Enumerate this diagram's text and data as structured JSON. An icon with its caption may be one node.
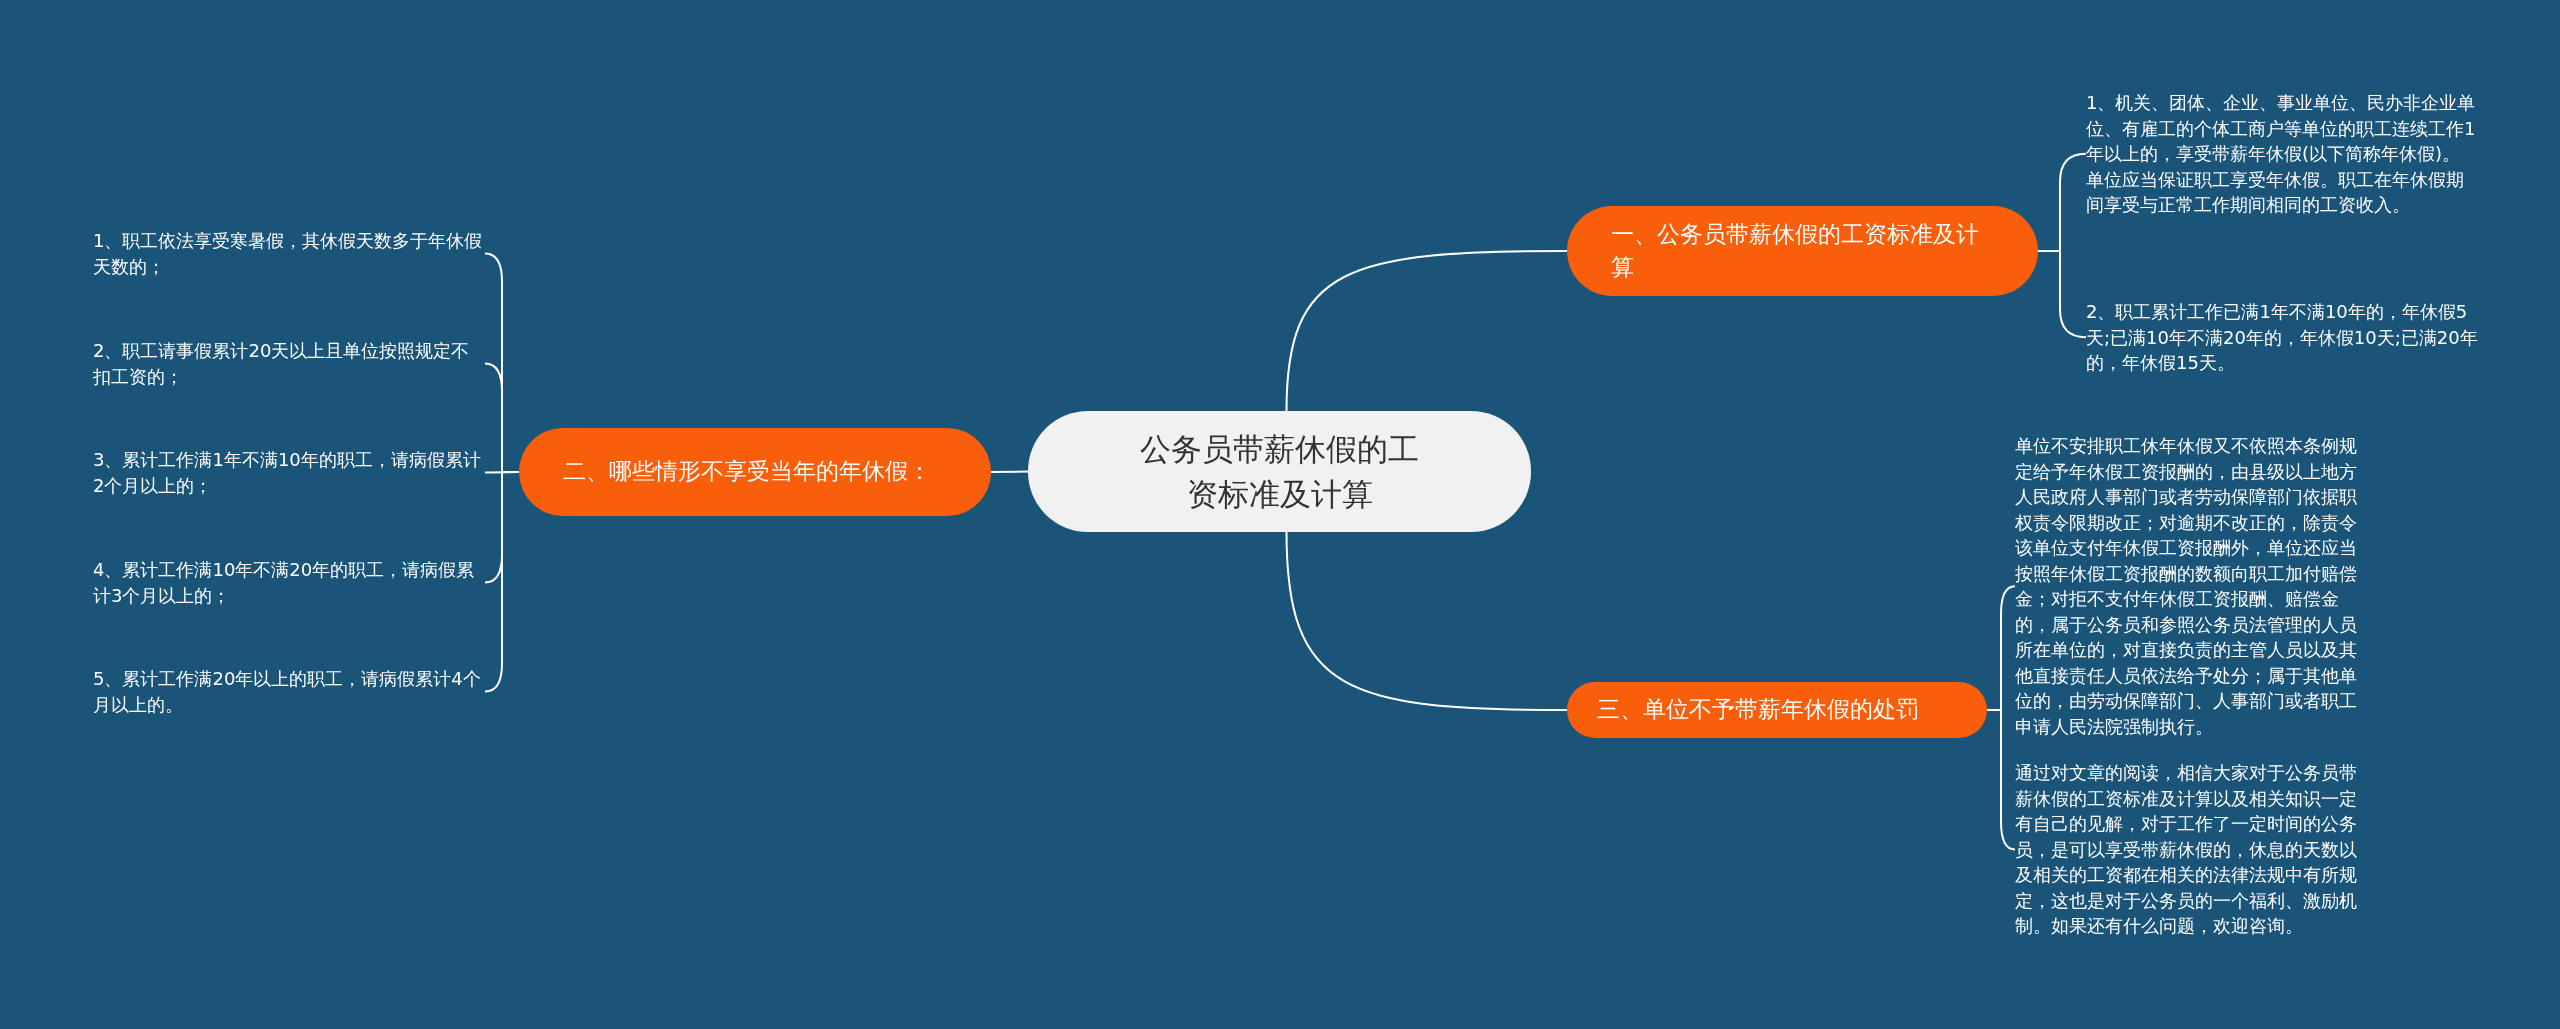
{
  "diagram": {
    "nodes": [
      {
        "text": [
          "公务员带薪休假的工资标准及计算"
        ]
      },
      {
        "text": [
          "一、公务员带薪休假的工资标准及计算"
        ]
      },
      {
        "text": [
          "1、机关、团体、企业、事业单位、民办非企业单位、有雇工的个体工商户等单位的职工连续工作1年以上的，享受带薪年休假(以下简称年休假)。单位应当保证职工享受年休假。职工在年休假期间享受与正常工作期间相同的工资收入。"
        ]
      },
      {
        "text": [
          "2、职工累计工作已满1年不满10年的，年休假5天;已满10年不满20年的，年休假10天;已满20年的，年休假15天。"
        ]
      },
      {
        "text": [
          "二、哪些情形不享受当年的年休假："
        ]
      },
      {
        "text": [
          "1、职工依法享受寒暑假，其休假天数多于年休假天数的；"
        ]
      },
      {
        "text": [
          "2、职工请事假累计20天以上且单位按照规定不扣工资的；"
        ]
      },
      {
        "text": [
          "3、累计工作满1年不满10年的职工，请病假累计2个月以上的；"
        ]
      },
      {
        "text": [
          "4、累计工作满10年不满20年的职工，请病假累计3个月以上的；"
        ]
      },
      {
        "text": [
          "5、累计工作满20年以上的职工，请病假累计4个月以上的。"
        ]
      },
      {
        "text": [
          "三、单位不予带薪年休假的处罚"
        ]
      },
      {
        "text": [
          "单位不安排职工休年休假又不依照本条例规定给予年休假工资报酬的，由县级以上地方人民政府人事部门或者劳动保障部门依据职权责令限期改正；对逾期不改正的，除责令该单位支付年休假工资报酬外，单位还应当按照年休假工资报酬的数额向职工加付赔偿金；对拒不支付年休假工资报酬、赔偿金的，属于公务员和参照公务员法管理的人员所在单位的，对直接负责的主管人员以及其他直接责任人员依法给予处分；属于其他单位的，由劳动保障部门、人事部门或者职工申请人民法院强制执行。"
        ]
      },
      {
        "text": [
          "通过对文章的阅读，相信大家对于公务员带薪休假的工资标准及计算以及相关知识一定有自己的见解，对于工作了一定时间的公务员，是可以享受带薪休假的，休息的天数以及相关的工资都在相关的法律法规中有所规定，这也是对于公务员的一个福利、激励机制。如果还有什么问题，欢迎咨询。"
        ]
      }
    ],
    "edges": [
      {
        "from": 0,
        "to": 1,
        "arrow": "none"
      },
      {
        "from": 1,
        "to": 2,
        "arrow": "none"
      },
      {
        "from": 1,
        "to": 3,
        "arrow": "none"
      },
      {
        "from": 0,
        "to": 4,
        "arrow": "none"
      },
      {
        "from": 4,
        "to": 5,
        "arrow": "none"
      },
      {
        "from": 4,
        "to": 6,
        "arrow": "none"
      },
      {
        "from": 4,
        "to": 7,
        "arrow": "none"
      },
      {
        "from": 4,
        "to": 8,
        "arrow": "none"
      },
      {
        "from": 4,
        "to": 9,
        "arrow": "none"
      },
      {
        "from": 0,
        "to": 10,
        "arrow": "none"
      },
      {
        "from": 10,
        "to": 11,
        "arrow": "none"
      },
      {
        "from": 10,
        "to": 12,
        "arrow": "none"
      }
    ]
  }
}
